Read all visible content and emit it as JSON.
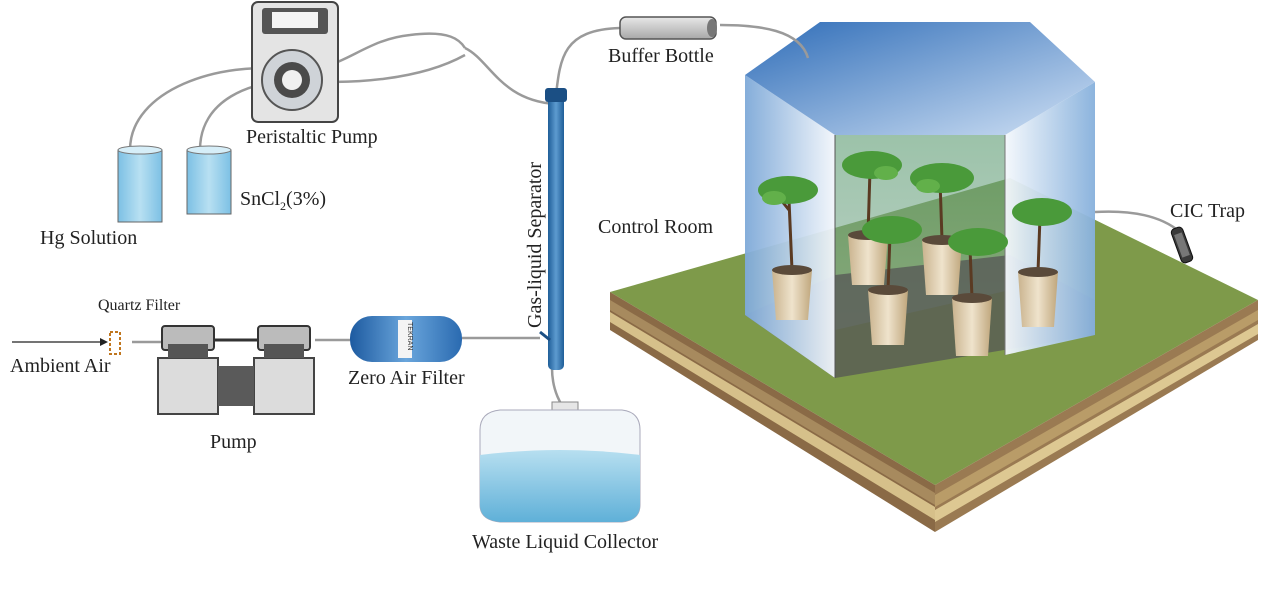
{
  "labels": {
    "peristaltic_pump": "Peristaltic Pump",
    "hg_solution": "Hg Solution",
    "sncl2_main": "SnCl",
    "sncl2_sub": "2",
    "sncl2_conc": "(3%)",
    "buffer_bottle": "Buffer Bottle",
    "gas_liquid_separator": "Gas-liquid Separator",
    "control_room": "Control Room",
    "cic_trap": "CIC Trap",
    "quartz_filter": "Quartz Filter",
    "ambient_air": "Ambient Air",
    "zero_air_filter": "Zero Air Filter",
    "pump": "Pump",
    "waste_liquid_collector": "Waste Liquid Collector",
    "filter_brand": "TEKRAN"
  },
  "colors": {
    "tube": "#9a9a9a",
    "liquid": "#8fcbe8",
    "separator": "#2e6ea6",
    "room_roof": "#3f7fc4",
    "grass": "#7e9a4a",
    "soil": "#c8b07a",
    "plant": "#4a9a3a",
    "pot": "#d8c7a6"
  }
}
